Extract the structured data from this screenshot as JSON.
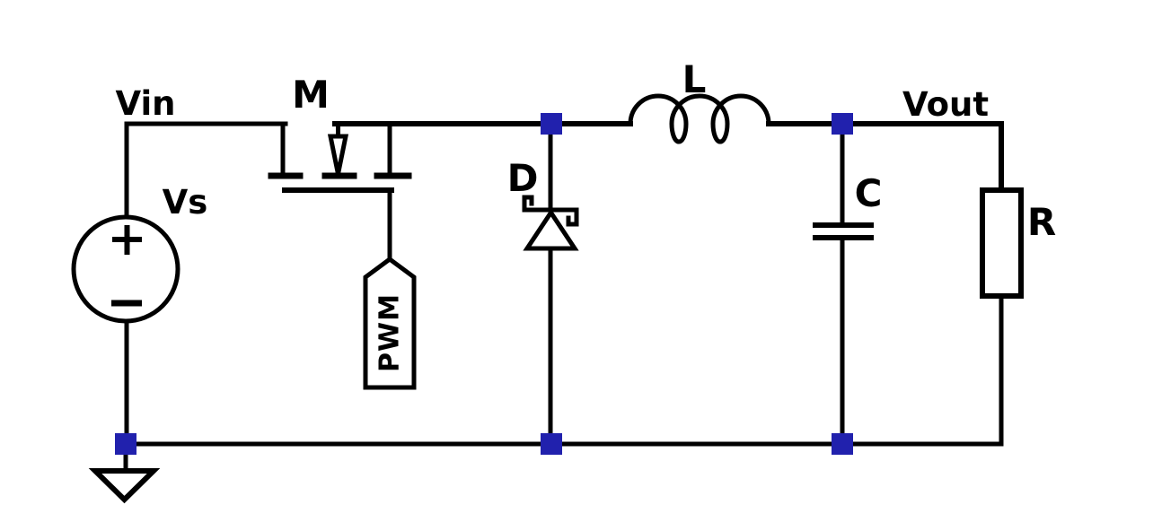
{
  "labels": {
    "input_node": "Vin",
    "source": "Vs",
    "transistor": "M",
    "gate_signal": "PWM",
    "diode": "D",
    "inductor": "L",
    "capacitor": "C",
    "output_node": "Vout",
    "load": "R"
  },
  "colors": {
    "wire": "#000000",
    "text": "#000000",
    "junction": "#2121ad",
    "background": "#ffffff"
  }
}
